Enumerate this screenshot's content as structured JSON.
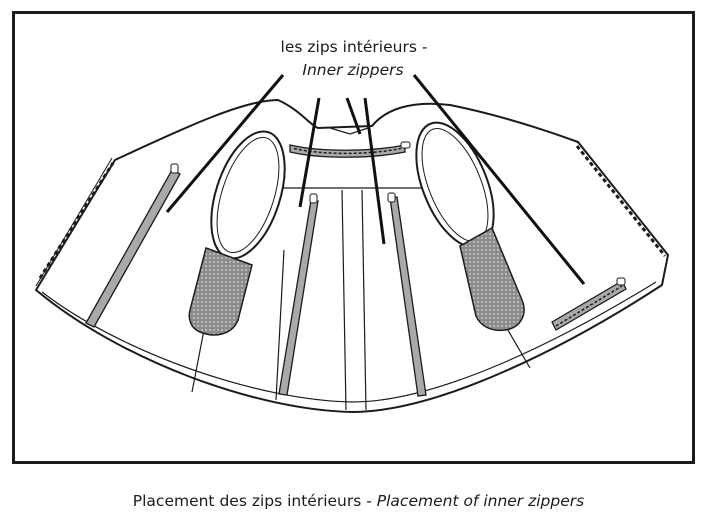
{
  "callout": {
    "line1": "les zips intérieurs -",
    "line2": "Inner zippers"
  },
  "caption": {
    "french": "Placement des zips intérieurs - ",
    "english": "Placement of inner zippers"
  },
  "colors": {
    "outline": "#1b1b1b",
    "zipper_gray": "#a9a9a9",
    "mesh_gray": "#8c8c8c"
  }
}
